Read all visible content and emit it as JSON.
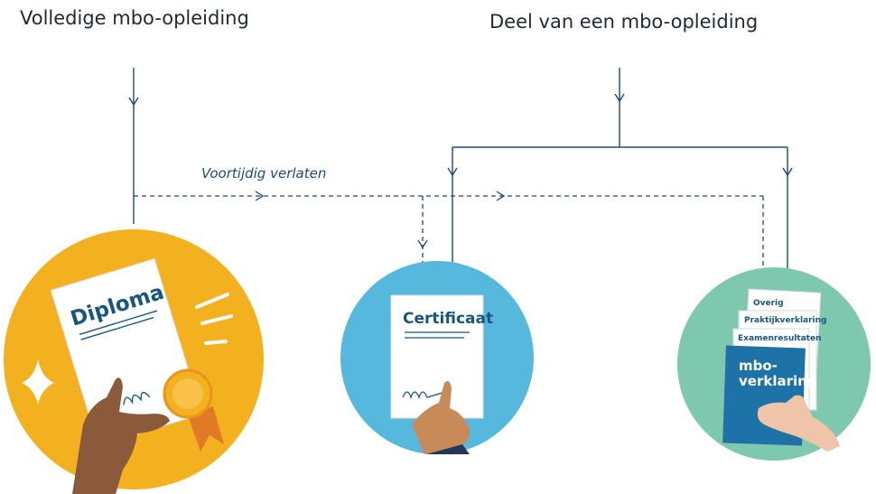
{
  "headings": {
    "full": "Volledige mbo-opleiding",
    "part": "Deel van een mbo-opleiding"
  },
  "flow_note": "Voortijdig verlaten",
  "diploma": {
    "label": "Diploma"
  },
  "certificaat": {
    "label": "Certificaat"
  },
  "mbo_verklaring": {
    "title_line1": "mbo-",
    "title_line2": "verklaring",
    "tabs": [
      "Overig",
      "Praktijkverklaring",
      "Examenresultaten"
    ]
  },
  "colors": {
    "diploma_circle": "#f4b11f",
    "certificaat_circle": "#55b8dc",
    "verklaring_circle": "#7fc8b0",
    "line": "#1b4a7a",
    "doc_text": "#17577f",
    "verklaring_cover": "#1d73a8"
  }
}
